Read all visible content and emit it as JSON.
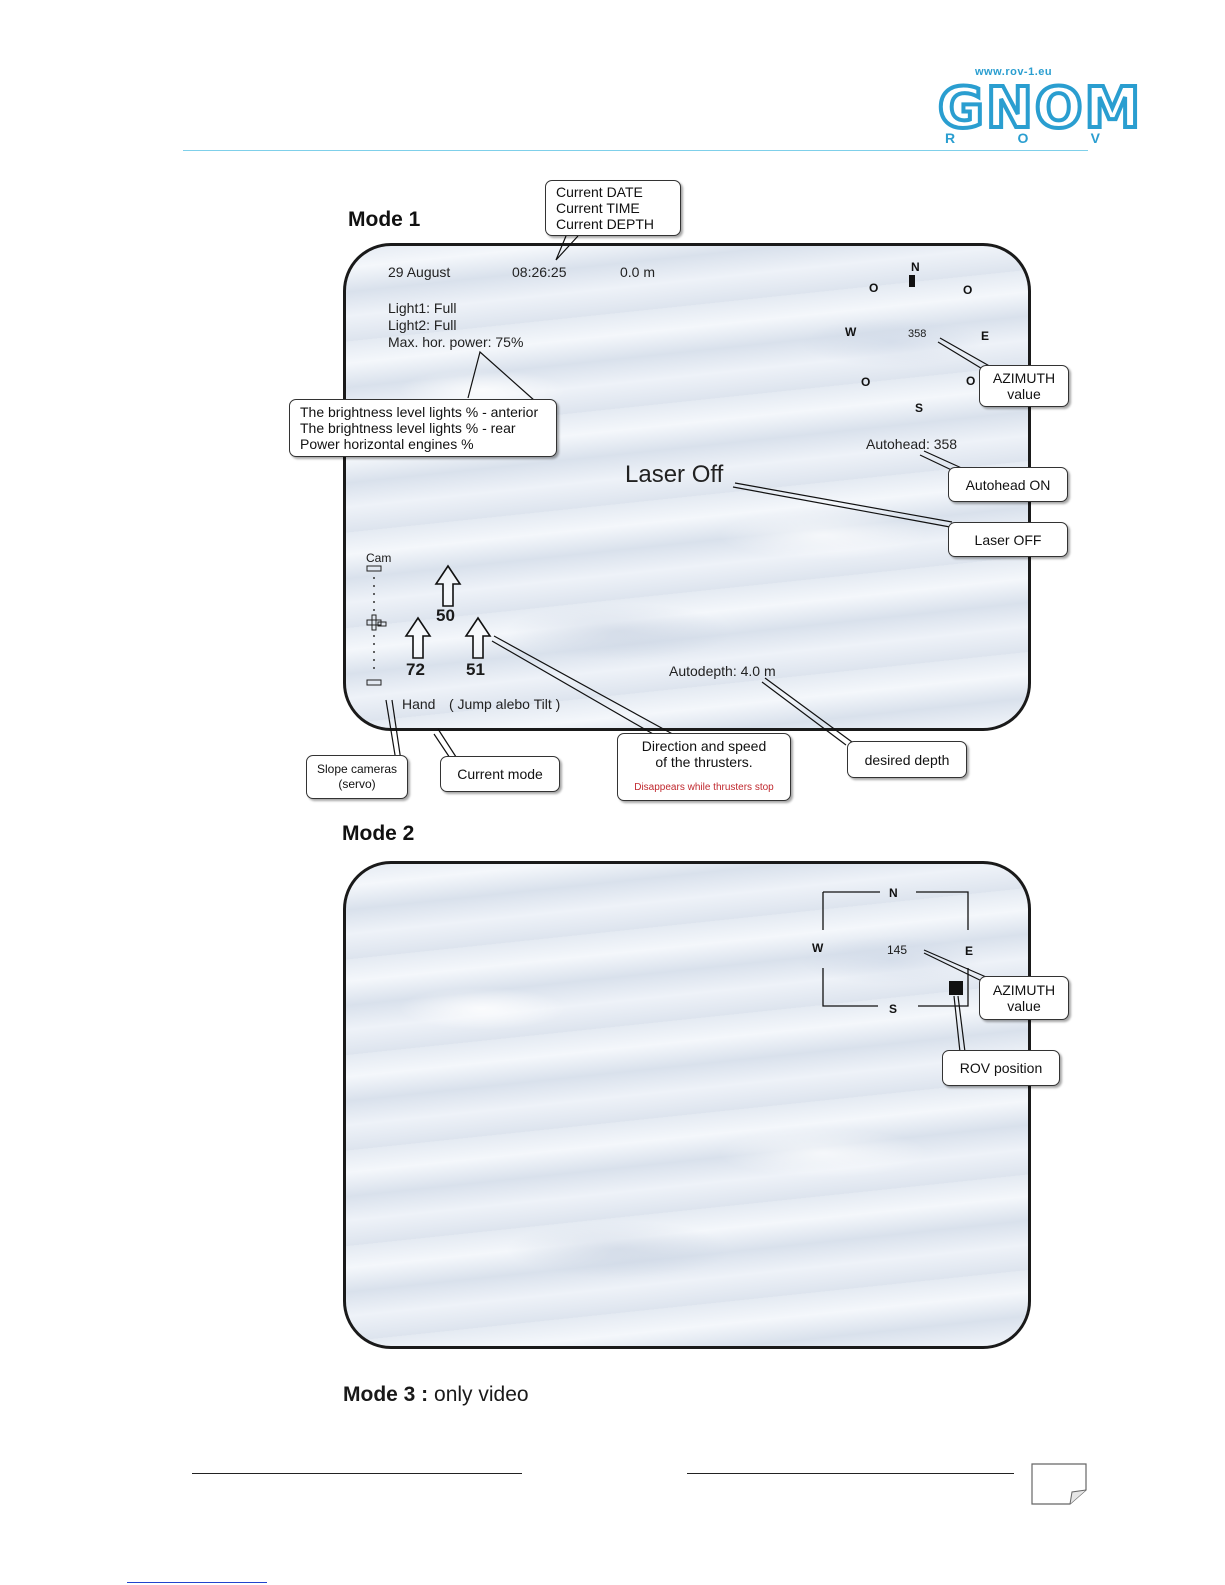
{
  "header": {
    "logo_url_text": "www.rov-1.eu",
    "logo_word": "GNOM",
    "logo_letters": [
      "R",
      "O",
      "V"
    ],
    "accent_color": "#2a9ed0"
  },
  "mode1": {
    "title": "Mode 1",
    "date": "29 August",
    "time": "08:26:25",
    "depth": "0.0 m",
    "light1": "Light1: Full",
    "light2": "Light2: Full",
    "max_power": "Max. hor. power: 75%",
    "compass": {
      "n": "N",
      "e": "E",
      "s": "S",
      "w": "W",
      "o": "O",
      "value": "358"
    },
    "autohead": "Autohead: 358",
    "laser": "Laser Off",
    "cam_label": "Cam",
    "camera_tilt_level": 0.5,
    "thrusters": {
      "vertical": "50",
      "left": "72",
      "right": "51"
    },
    "autodepth": "Autodepth: 4.0 m",
    "mode_text": "Hand",
    "mode_options": "( Jump alebo Tilt )",
    "callouts": {
      "datetime": [
        "Current DATE",
        "Current TIME",
        "Current DEPTH"
      ],
      "lights": [
        "The brightness level lights % - anterior",
        "The brightness level lights % - rear",
        "Power horizontal engines %"
      ],
      "azimuth": [
        "AZIMUTH",
        "value"
      ],
      "autohead": "Autohead ON",
      "laser": "Laser OFF",
      "slope": [
        "Slope cameras",
        "(servo)"
      ],
      "current_mode": "Current mode",
      "thrusters": [
        "Direction and speed",
        "of the thrusters."
      ],
      "thrusters_note": "Disappears while thrusters stop",
      "desired_depth": "desired depth"
    }
  },
  "mode2": {
    "title": "Mode 2",
    "compass": {
      "n": "N",
      "e": "E",
      "s": "S",
      "w": "W",
      "value": "145"
    },
    "callouts": {
      "azimuth": [
        "AZIMUTH",
        "value"
      ],
      "rov_position": "ROV position"
    }
  },
  "mode3": {
    "title": "Mode 3 :",
    "description": "only video"
  },
  "colors": {
    "note_red": "#c0282e",
    "screen_border": "#1a1a1a"
  }
}
